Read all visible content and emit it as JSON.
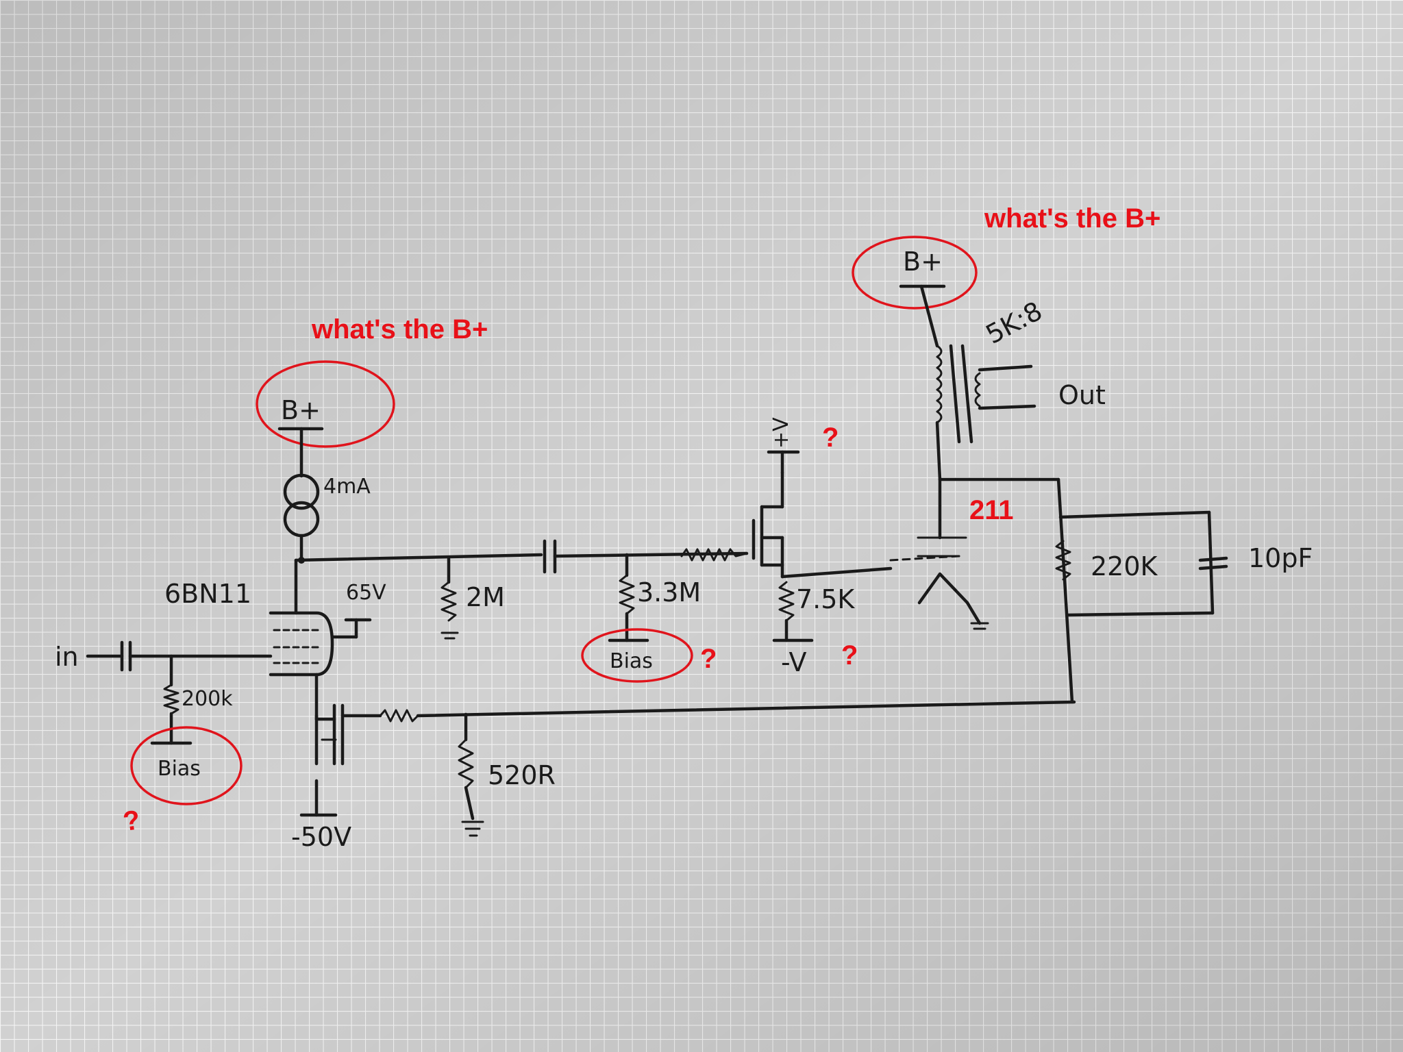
{
  "annotations": {
    "question_left_bplus": "what's the B+",
    "question_right_bplus": "what's the B+",
    "tube_211": "211",
    "q1": "?",
    "q2": "?",
    "q3": "?",
    "q4": "?"
  },
  "labels": {
    "input": "in",
    "r_200k": "200k",
    "bias_left": "Bias",
    "bplus_left": "B+",
    "ccs_4ma": "4mA",
    "tube_6bn11": "6BN11",
    "v_65": "65V",
    "r_2m": "2M",
    "r_3_3m": "3.3M",
    "bias_mid": "Bias",
    "plus_v": "+V",
    "minus_v": "-V",
    "r_7_5k": "7.5K",
    "r_520r": "520R",
    "minus_50v": "-50V",
    "bplus_right": "B+",
    "transformer_ratio": "5K:8",
    "out": "Out",
    "r_220k": "220K",
    "c_10pf": "10pF"
  },
  "colors": {
    "paper": "#d2d2d2",
    "grid": "#ffffff",
    "ink": "#1a1a1a",
    "annotation": "#e81018"
  }
}
